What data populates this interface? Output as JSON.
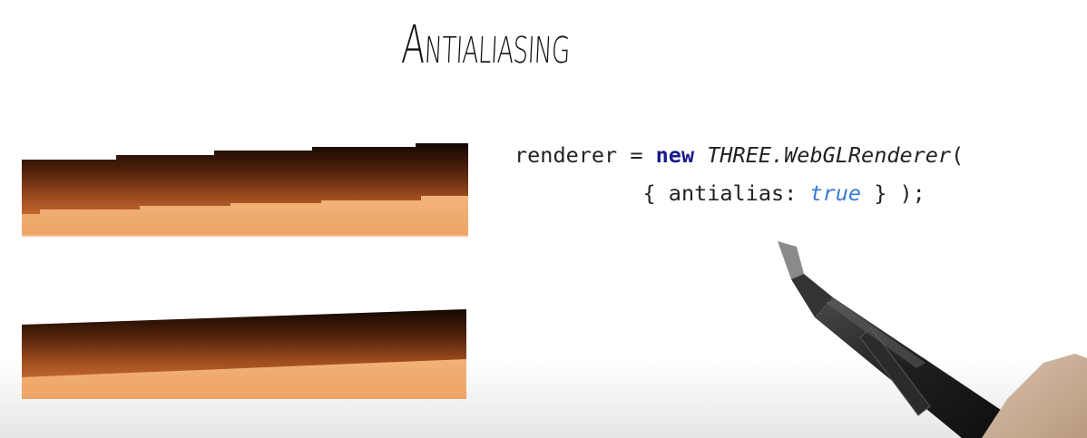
{
  "title": {
    "first_letter": "A",
    "rest": "NTIALIASING"
  },
  "code": {
    "var": "renderer",
    "eq": "=",
    "keyword": "new",
    "class": "THREE.WebGLRenderer",
    "open_paren": "(",
    "indent": "          ",
    "brace_open": "{",
    "prop": "antialias:",
    "value": "true",
    "brace_close": "}",
    "close": ");"
  },
  "colors": {
    "dark_brown": "#1c0c04",
    "mid_brown": "#b35c27",
    "light_peach": "#efa86b",
    "keyword": "#1a1a8c",
    "literal": "#3a7ad6"
  }
}
